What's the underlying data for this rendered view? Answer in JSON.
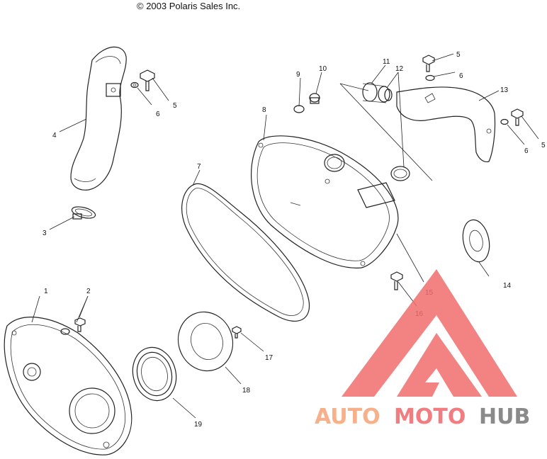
{
  "copyright": "© 2003 Polaris Sales Inc.",
  "callouts": [
    "1",
    "2",
    "3",
    "4",
    "5",
    "6",
    "6",
    "5",
    "5",
    "6",
    "7",
    "8",
    "9",
    "10",
    "11",
    "12",
    "13",
    "14",
    "15",
    "16",
    "17",
    "18",
    "19"
  ],
  "watermark": {
    "parts": [
      "AUTO",
      "MOTO",
      "HUB"
    ],
    "colors": {
      "auto": "#f6b08a",
      "moto": "#f07e80",
      "hub": "#8a8a8a",
      "logo": "#f26d6d"
    }
  }
}
